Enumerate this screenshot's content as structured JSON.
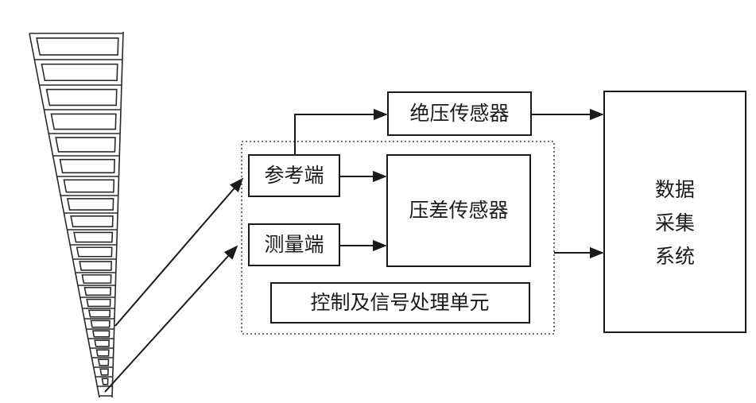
{
  "boxes": {
    "absolute_sensor": "绝压传感器",
    "reference_port": "参考端",
    "measure_port": "测量端",
    "diff_sensor": "压差传感器",
    "control_unit": "控制及信号处理单元",
    "daq_line1": "数据",
    "daq_line2": "采集",
    "daq_line3": "系统"
  },
  "colors": {
    "line": "#1a1a1a",
    "background": "#ffffff"
  }
}
